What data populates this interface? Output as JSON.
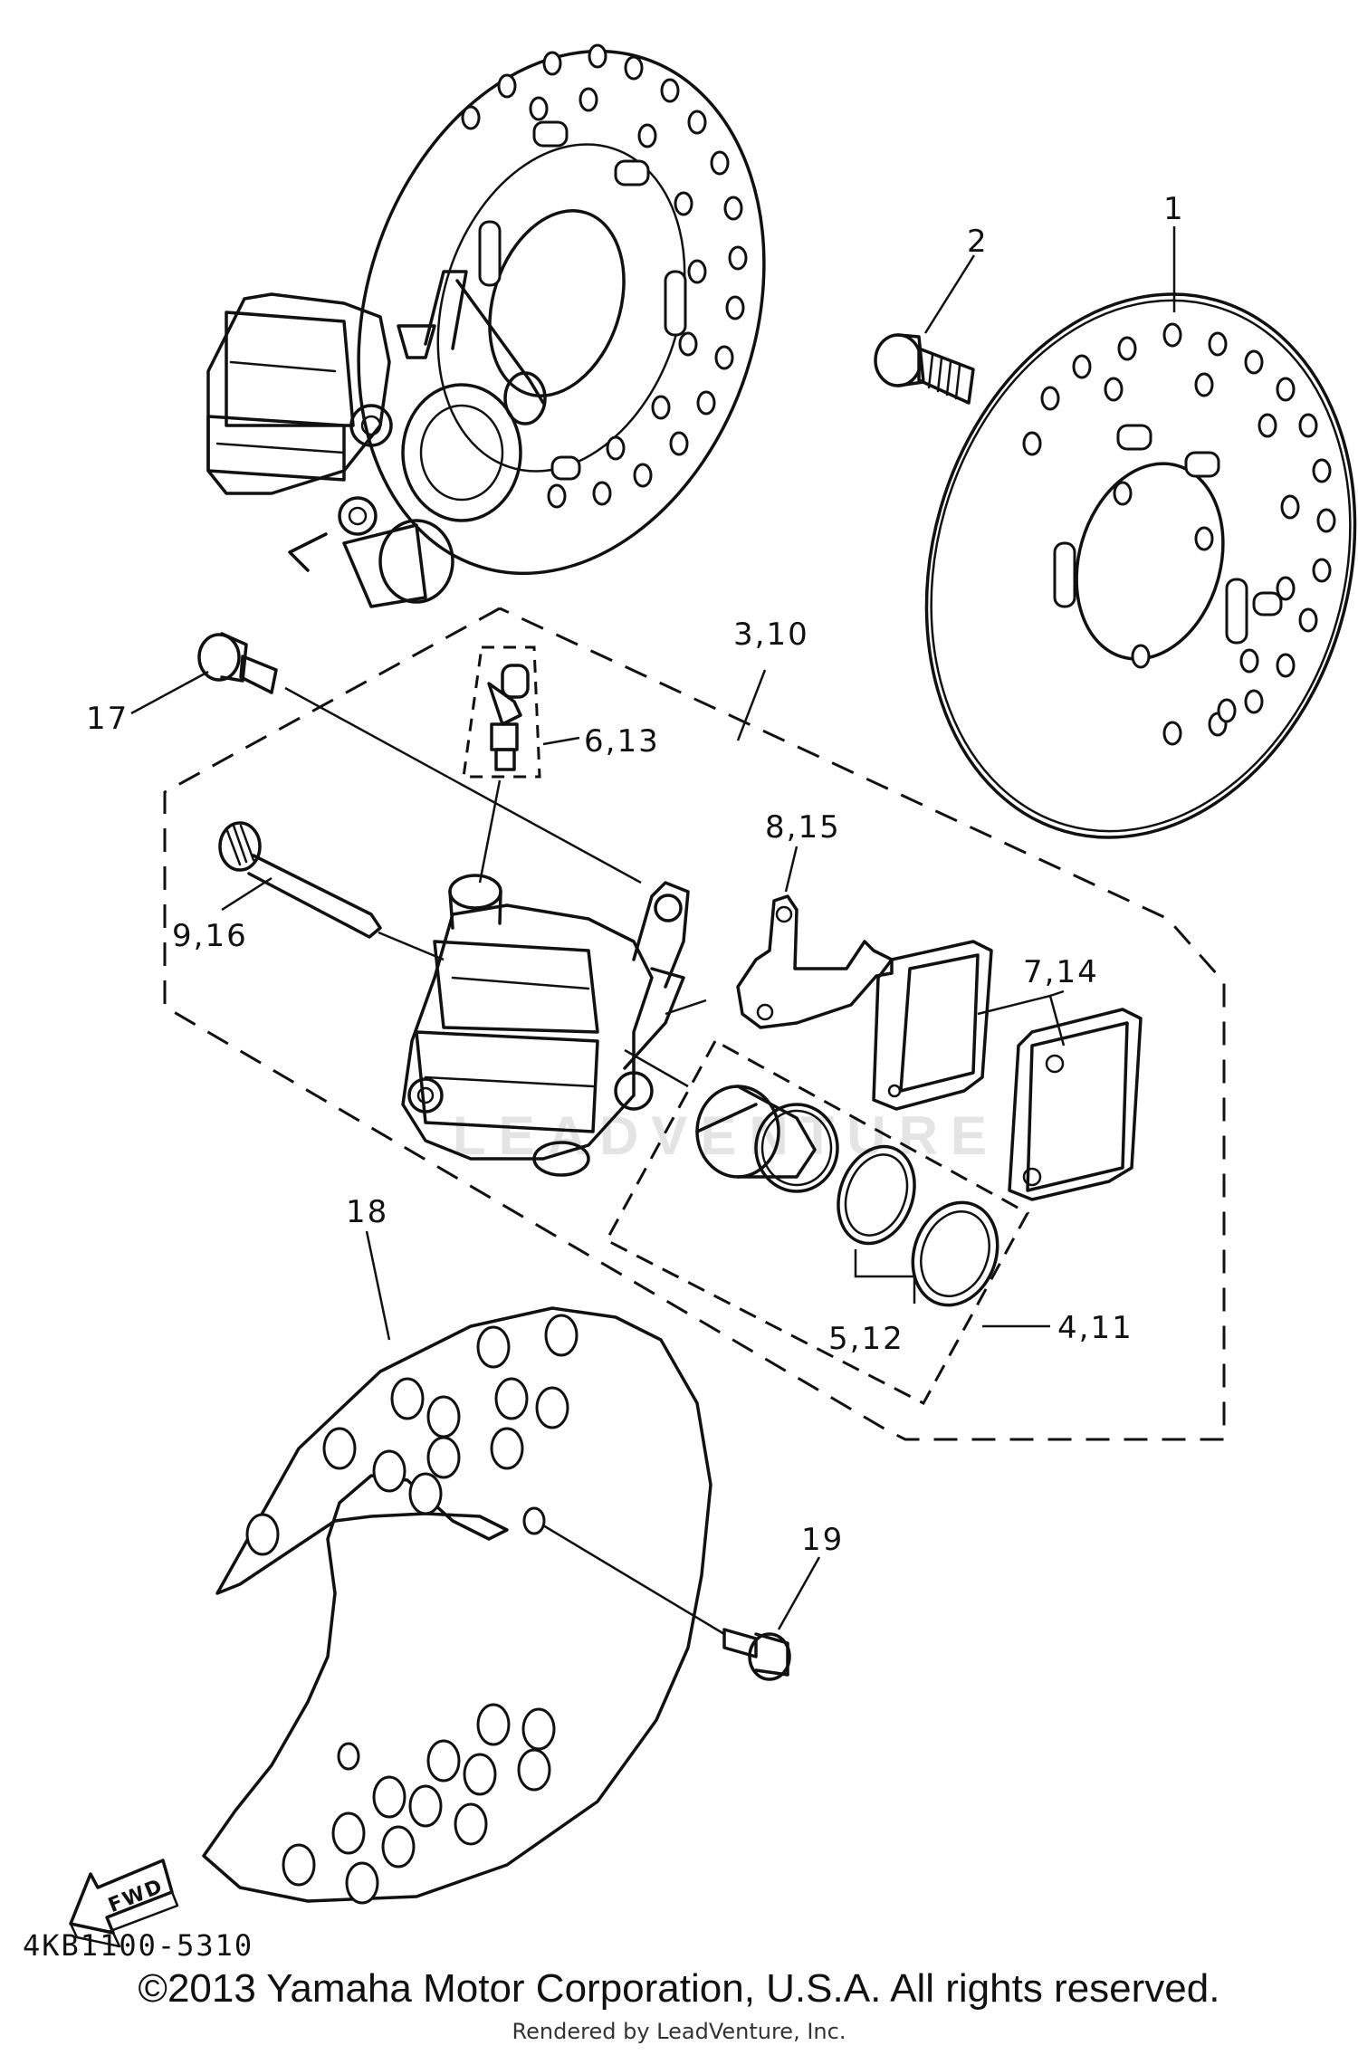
{
  "callouts": {
    "p1": "1",
    "p2": "2",
    "p3_10": "3,10",
    "p4_11": "4,11",
    "p5_12": "5,12",
    "p6_13": "6,13",
    "p7_14": "7,14",
    "p8_15": "8,15",
    "p9_16": "9,16",
    "p17": "17",
    "p18": "18",
    "p19": "19"
  },
  "fwd_label": "FWD",
  "diagram_code": "4KB1100-5310",
  "watermark": "LEADVENTURE",
  "copyright": "©2013 Yamaha Motor Corporation, U.S.A. All rights reserved.",
  "rendered_by": "Rendered by LeadVenture, Inc."
}
